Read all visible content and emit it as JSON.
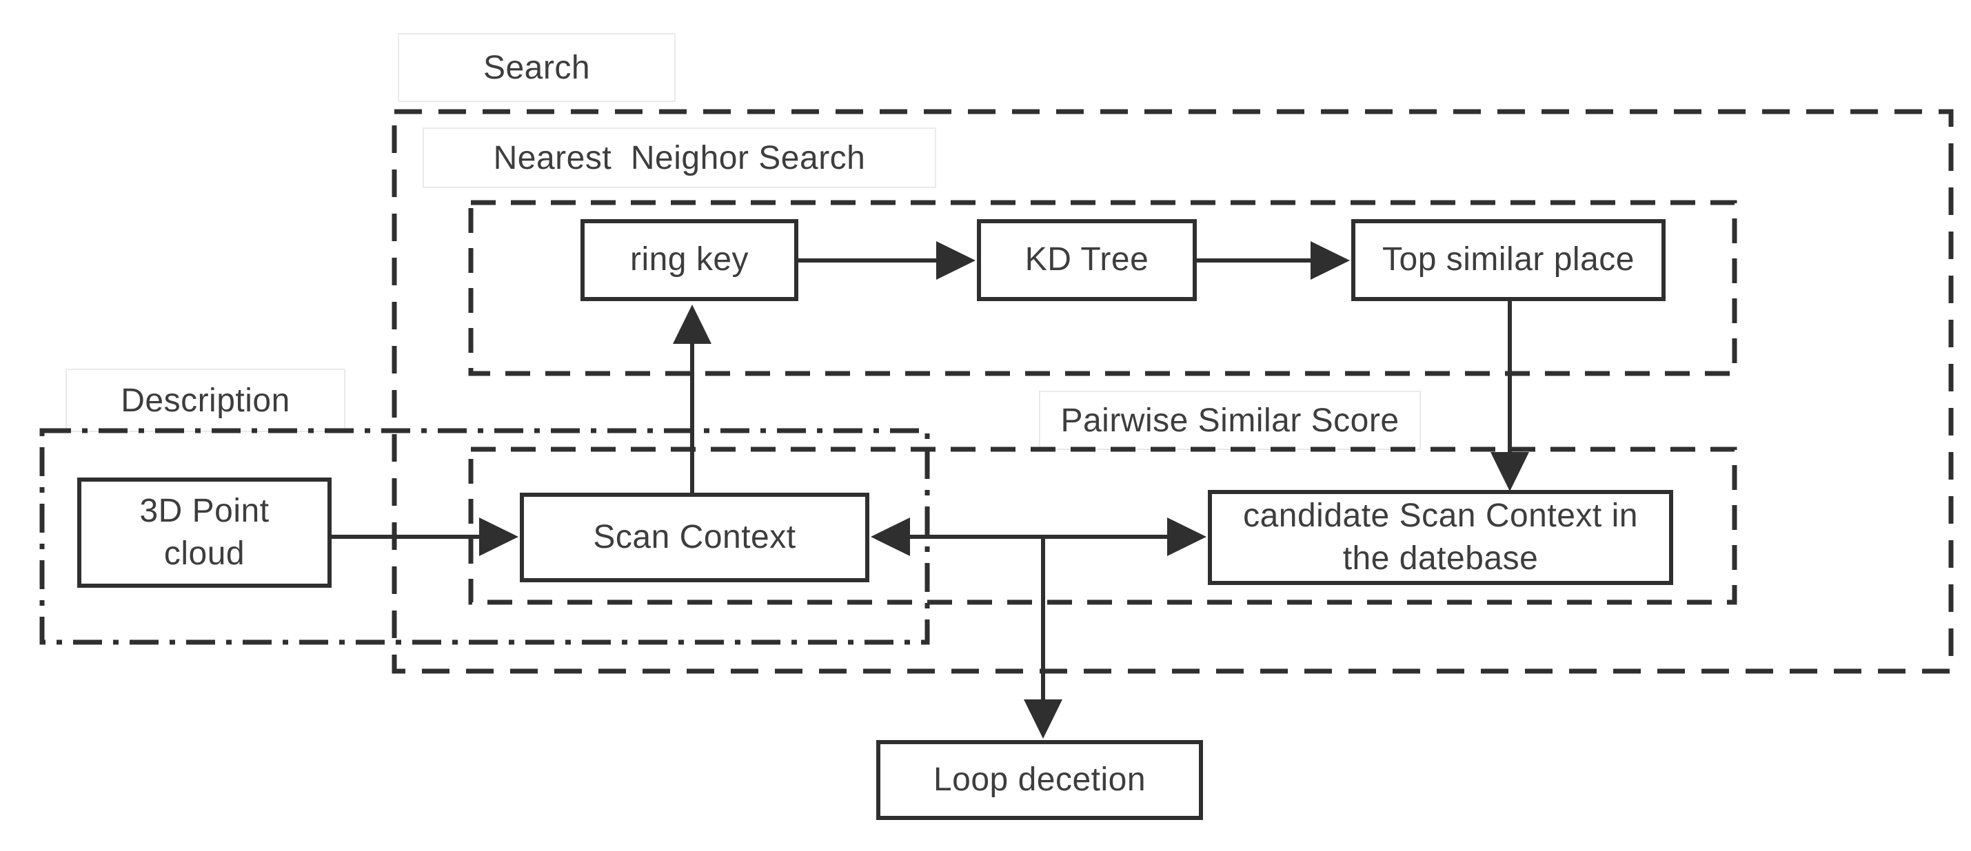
{
  "diagram": {
    "region_labels": {
      "search": "Search",
      "nearest_neighbor_search": "Nearest  Neighor Search",
      "description": "Description",
      "pairwise_similar_score": "Pairwise Similar Score"
    },
    "nodes": {
      "ring_key": "ring key",
      "kd_tree": "KD Tree",
      "top_similar_place": "Top similar place",
      "point_cloud": "3D Point\ncloud",
      "scan_context": "Scan Context",
      "candidate_scan_context": "candidate Scan Context in\nthe datebase",
      "loop_detection": "Loop decetion"
    },
    "edges": [
      {
        "from": "ring key",
        "to": "KD Tree",
        "arrow": "right"
      },
      {
        "from": "KD Tree",
        "to": "Top similar place",
        "arrow": "right"
      },
      {
        "from": "Top similar place",
        "to": "candidate Scan Context in the datebase",
        "arrow": "down"
      },
      {
        "from": "Scan Context",
        "to": "ring key",
        "arrow": "up"
      },
      {
        "from": "3D Point cloud",
        "to": "Scan Context",
        "arrow": "right"
      },
      {
        "from": "Scan Context",
        "to": "candidate Scan Context in the datebase",
        "arrow": "both"
      },
      {
        "from": "Scan Context / candidate junction",
        "to": "Loop decetion",
        "arrow": "down"
      }
    ],
    "colors": {
      "line": "#2f2f2f",
      "text": "#3d3d3d",
      "label_border": "#eaeaea",
      "background": "#ffffff"
    }
  }
}
